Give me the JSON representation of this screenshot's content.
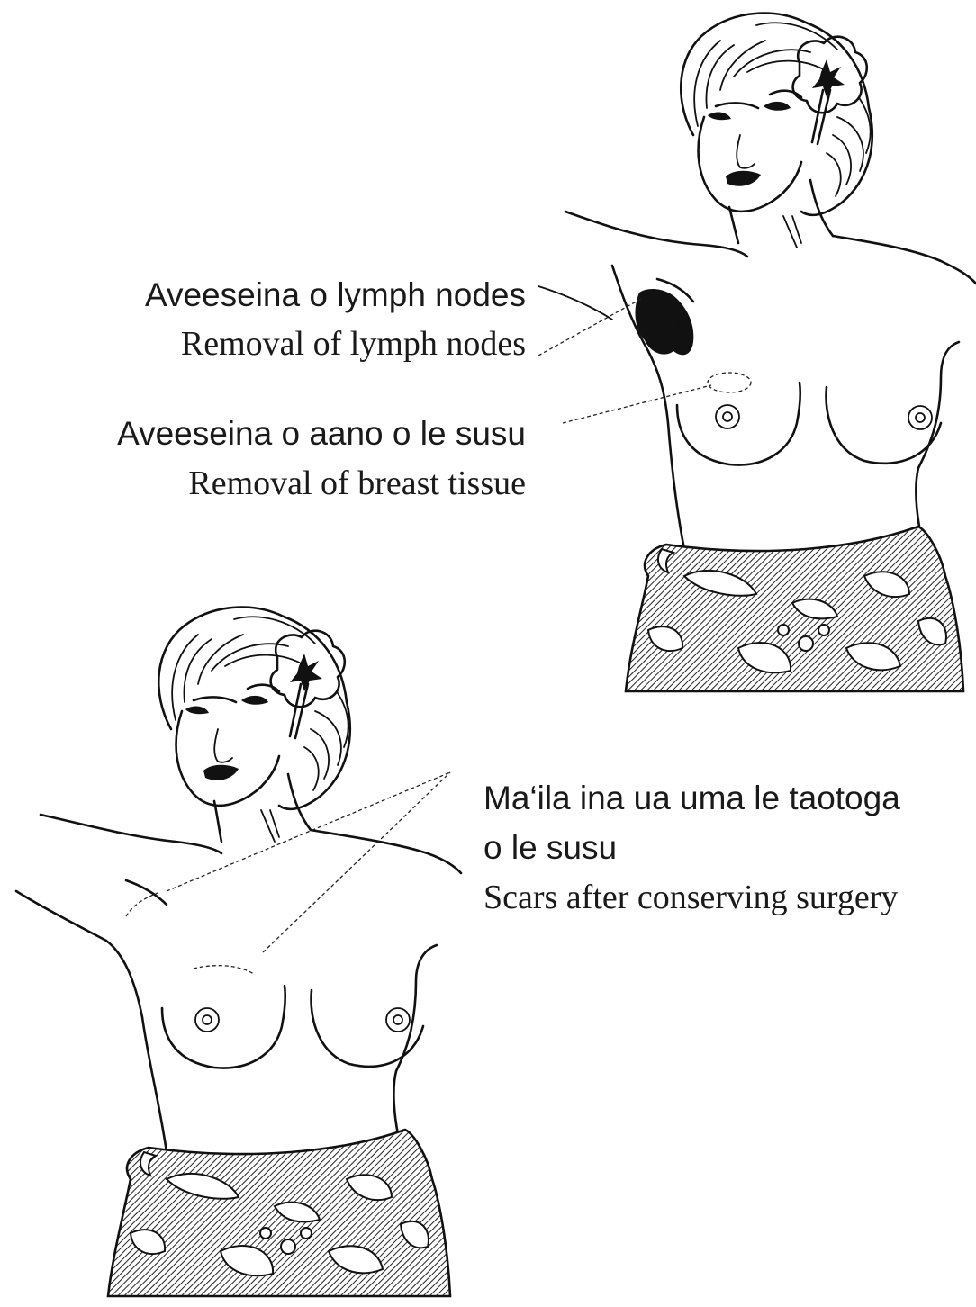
{
  "labels": {
    "lymph_samoan": "Aveeseina o lymph nodes",
    "lymph_english": "Removal of lymph nodes",
    "tissue_samoan": "Aveeseina o aano o le susu",
    "tissue_english": "Removal of breast tissue",
    "scars_samoan_line1": "Ma‘ila ina ua uma le taotoga",
    "scars_samoan_line2": "o le susu",
    "scars_english": "Scars after conserving surgery"
  },
  "colors": {
    "line": "#111111",
    "text": "#1a1a1a",
    "background": "#ffffff"
  }
}
